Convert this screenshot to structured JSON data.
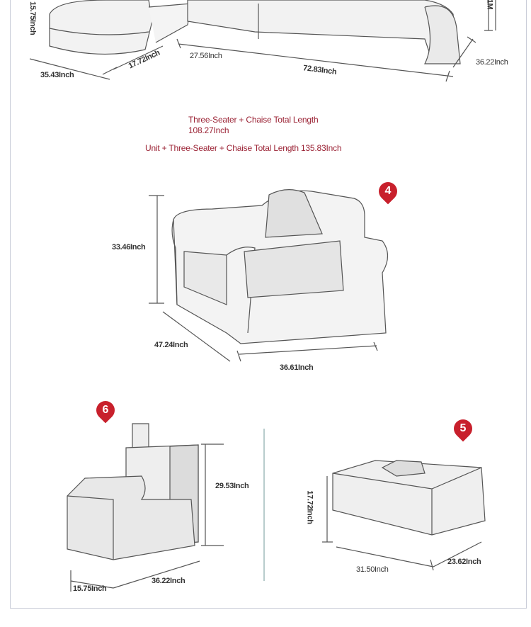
{
  "sectional": {
    "height_label": "15.75Inch",
    "top_right_label": "1M",
    "chaise_length": "35.43Inch",
    "chaise_depth": "17.72Inch",
    "corner_length": "27.56Inch",
    "three_seater_length": "72.83Inch",
    "depth": "36.22Inch"
  },
  "totals": {
    "line1": "Three-Seater + Chaise Total Length",
    "line2": "108.27Inch",
    "line3": "Unit + Three-Seater + Chaise Total Length 135.83Inch"
  },
  "armchair": {
    "marker": "4",
    "height": "33.46Inch",
    "depth": "47.24Inch",
    "width": "36.61Inch"
  },
  "unit": {
    "marker": "6",
    "height": "29.53Inch",
    "depth": "15.75Inch",
    "width": "36.22Inch"
  },
  "ottoman": {
    "marker": "5",
    "height": "17.72Inch",
    "width": "31.50Inch",
    "depth": "23.62Inch"
  },
  "colors": {
    "marker": "#c8202c",
    "accent_text": "#9b2335"
  }
}
